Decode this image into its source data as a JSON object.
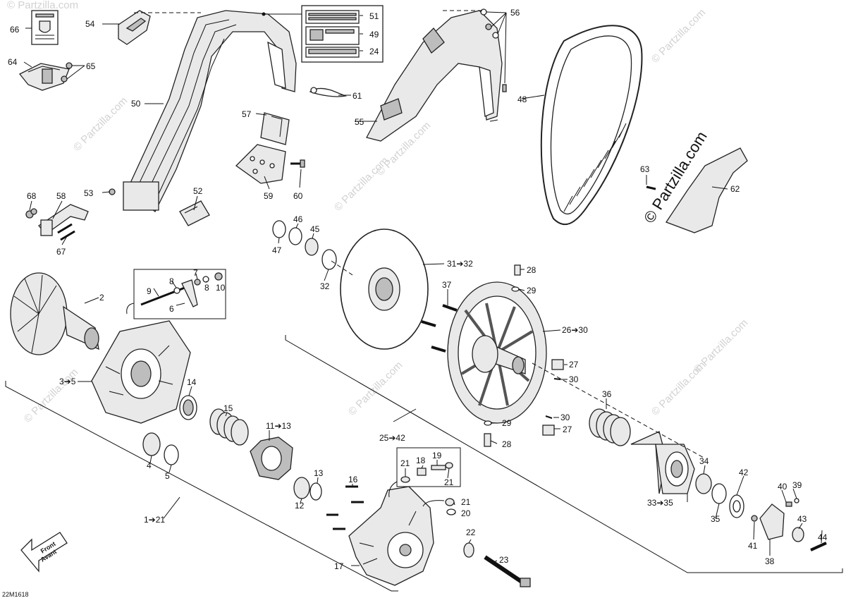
{
  "diagram_code": "22M1618",
  "brand": "© Partzilla.com",
  "watermark": "© Partzilla.com",
  "front_arrow": {
    "line1": "Front",
    "line2": "Avant"
  },
  "callouts": {
    "c1": "1➔21",
    "c2": "2",
    "c3": "3➔5",
    "c4": "4",
    "c5": "5",
    "c6": "6",
    "c7": "7",
    "c8a": "8",
    "c8b": "8",
    "c9": "9",
    "c10": "10",
    "c11": "11➔13",
    "c12": "12",
    "c13": "13",
    "c14": "14",
    "c15": "15",
    "c16": "16",
    "c17": "17",
    "c18": "18",
    "c19": "19",
    "c20": "20",
    "c21a": "21",
    "c21b": "21",
    "c21c": "21",
    "c22": "22",
    "c23": "23",
    "c24": "24",
    "c25": "25➔42",
    "c26": "26➔30",
    "c27a": "27",
    "c27b": "27",
    "c28a": "28",
    "c28b": "28",
    "c29a": "29",
    "c29b": "29",
    "c30a": "30",
    "c30b": "30",
    "c31": "31➔32",
    "c32": "32",
    "c33": "33➔35",
    "c34": "34",
    "c35": "35",
    "c36": "36",
    "c37": "37",
    "c38": "38",
    "c39": "39",
    "c40": "40",
    "c41": "41",
    "c42": "42",
    "c43": "43",
    "c44": "44",
    "c45": "45",
    "c46": "46",
    "c47": "47",
    "c48": "48",
    "c49": "49",
    "c50": "50",
    "c51": "51",
    "c52": "52",
    "c53": "53",
    "c54": "54",
    "c55": "55",
    "c56": "56",
    "c57": "57",
    "c58": "58",
    "c59": "59",
    "c60": "60",
    "c61": "61",
    "c62": "62",
    "c63": "63",
    "c64": "64",
    "c65": "65",
    "c66": "66",
    "c67": "67",
    "c68": "68"
  }
}
